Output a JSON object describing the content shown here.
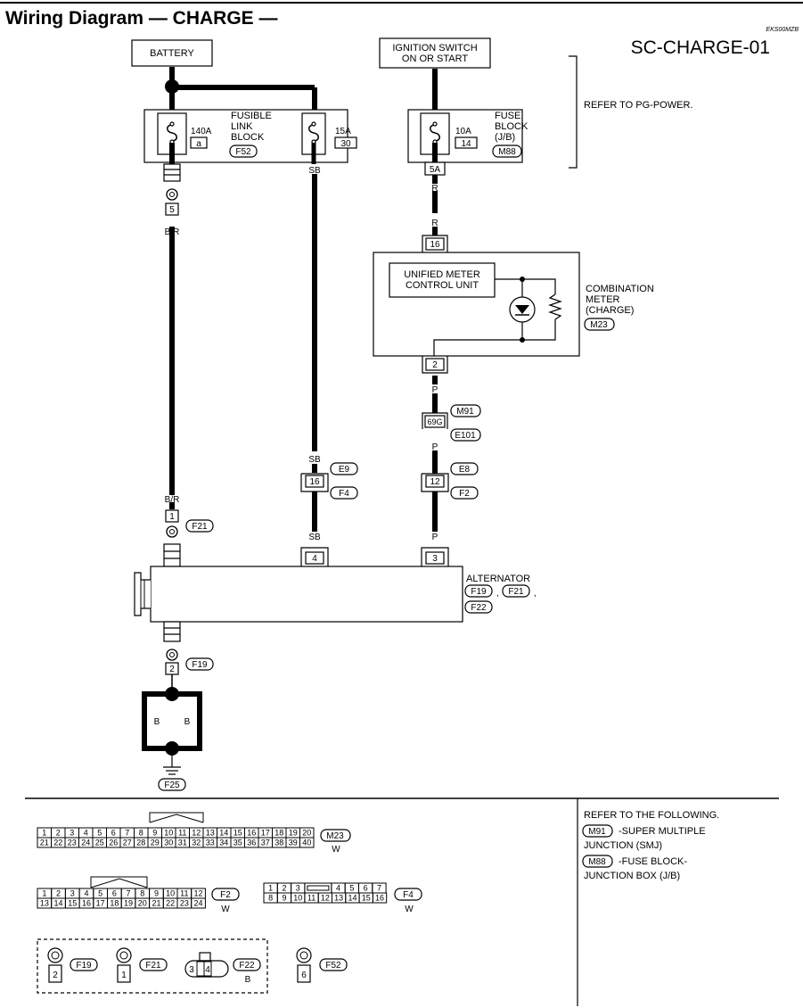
{
  "header": {
    "title": "Wiring Diagram — CHARGE —",
    "code": "EKS00MZB",
    "diagram_id": "SC-CHARGE-01"
  },
  "battery": {
    "label": "BATTERY"
  },
  "fusible_link": {
    "label_line1": "FUSIBLE",
    "label_line2": "LINK",
    "label_line3": "BLOCK",
    "connector": "F52",
    "rating_main": "140A",
    "id_main": "a",
    "rating_branch": "15A",
    "id_branch": "30"
  },
  "ignition": {
    "line1": "IGNITION SWITCH",
    "line2": "ON OR START"
  },
  "fuse_block": {
    "label_line1": "FUSE",
    "label_line2": "BLOCK",
    "label_line3": "(J/B)",
    "connector": "M88",
    "rating": "10A",
    "id": "14",
    "terminal": "5A"
  },
  "refer_power": "REFER TO PG-POWER.",
  "wires": {
    "br_top": "B/R",
    "br_bottom": "B/R",
    "sb_top": "SB",
    "sb_mid": "SB",
    "sb_bottom": "SB",
    "r_top": "R",
    "r_bottom": "R",
    "p_top": "P",
    "p_mid": "P",
    "p_bottom": "P",
    "b_left": "B",
    "b_right": "B"
  },
  "terminals": {
    "f52_5": "5",
    "meter_16": "16",
    "meter_2": "2",
    "smj_69g": "69G",
    "e9_16": "16",
    "e8_12": "12",
    "f21_1": "1",
    "alt_4": "4",
    "alt_3": "3",
    "f19_2": "2"
  },
  "meter": {
    "unit_line1": "UNIFIED METER",
    "unit_line2": "CONTROL UNIT",
    "label_line1": "COMBINATION",
    "label_line2": "METER",
    "label_line3": "(CHARGE)",
    "connector": "M23"
  },
  "connectors": {
    "m91": "M91",
    "e101": "E101",
    "e9": "E9",
    "f4": "F4",
    "e8": "E8",
    "f2": "F2",
    "f21": "F21",
    "f19": "F19",
    "f25": "F25"
  },
  "alternator": {
    "label": "ALTERNATOR",
    "conn1": "F19",
    "conn2": "F21",
    "conn3": "F22",
    "sep1": ",",
    "sep2": ","
  },
  "legend": {
    "m23_row1": [
      "1",
      "2",
      "3",
      "4",
      "5",
      "6",
      "7",
      "8",
      "9",
      "10",
      "11",
      "12",
      "13",
      "14",
      "15",
      "16",
      "17",
      "18",
      "19",
      "20"
    ],
    "m23_row2": [
      "21",
      "22",
      "23",
      "24",
      "25",
      "26",
      "27",
      "28",
      "29",
      "30",
      "31",
      "32",
      "33",
      "34",
      "35",
      "36",
      "37",
      "38",
      "39",
      "40"
    ],
    "m23_name": "M23",
    "m23_color": "W",
    "f2_row1": [
      "1",
      "2",
      "3",
      "4",
      "5",
      "6",
      "7",
      "8",
      "9",
      "10",
      "11",
      "12"
    ],
    "f2_row2": [
      "13",
      "14",
      "15",
      "16",
      "17",
      "18",
      "19",
      "20",
      "21",
      "22",
      "23",
      "24"
    ],
    "f2_name": "F2",
    "f2_color": "W",
    "f4_row1": [
      "1",
      "2",
      "3",
      "4",
      "5",
      "6",
      "7"
    ],
    "f4_row2": [
      "8",
      "9",
      "10",
      "11",
      "12",
      "13",
      "14",
      "15",
      "16"
    ],
    "f4_name": "F4",
    "f4_color": "W",
    "f19_pin": "2",
    "f19_name": "F19",
    "f21_pin": "1",
    "f21_name": "F21",
    "f22_pin_a": "3",
    "f22_pin_b": "4",
    "f22_name": "F22",
    "f22_color": "B",
    "f52_pin": "6",
    "f52_name": "F52"
  },
  "refer_following": {
    "title": "REFER TO THE FOLLOWING.",
    "m91_code": "M91",
    "m91_text1": "-SUPER MULTIPLE",
    "m91_text2": "JUNCTION (SMJ)",
    "m88_code": "M88",
    "m88_text1": "-FUSE BLOCK-",
    "m88_text2": "JUNCTION BOX (J/B)"
  }
}
